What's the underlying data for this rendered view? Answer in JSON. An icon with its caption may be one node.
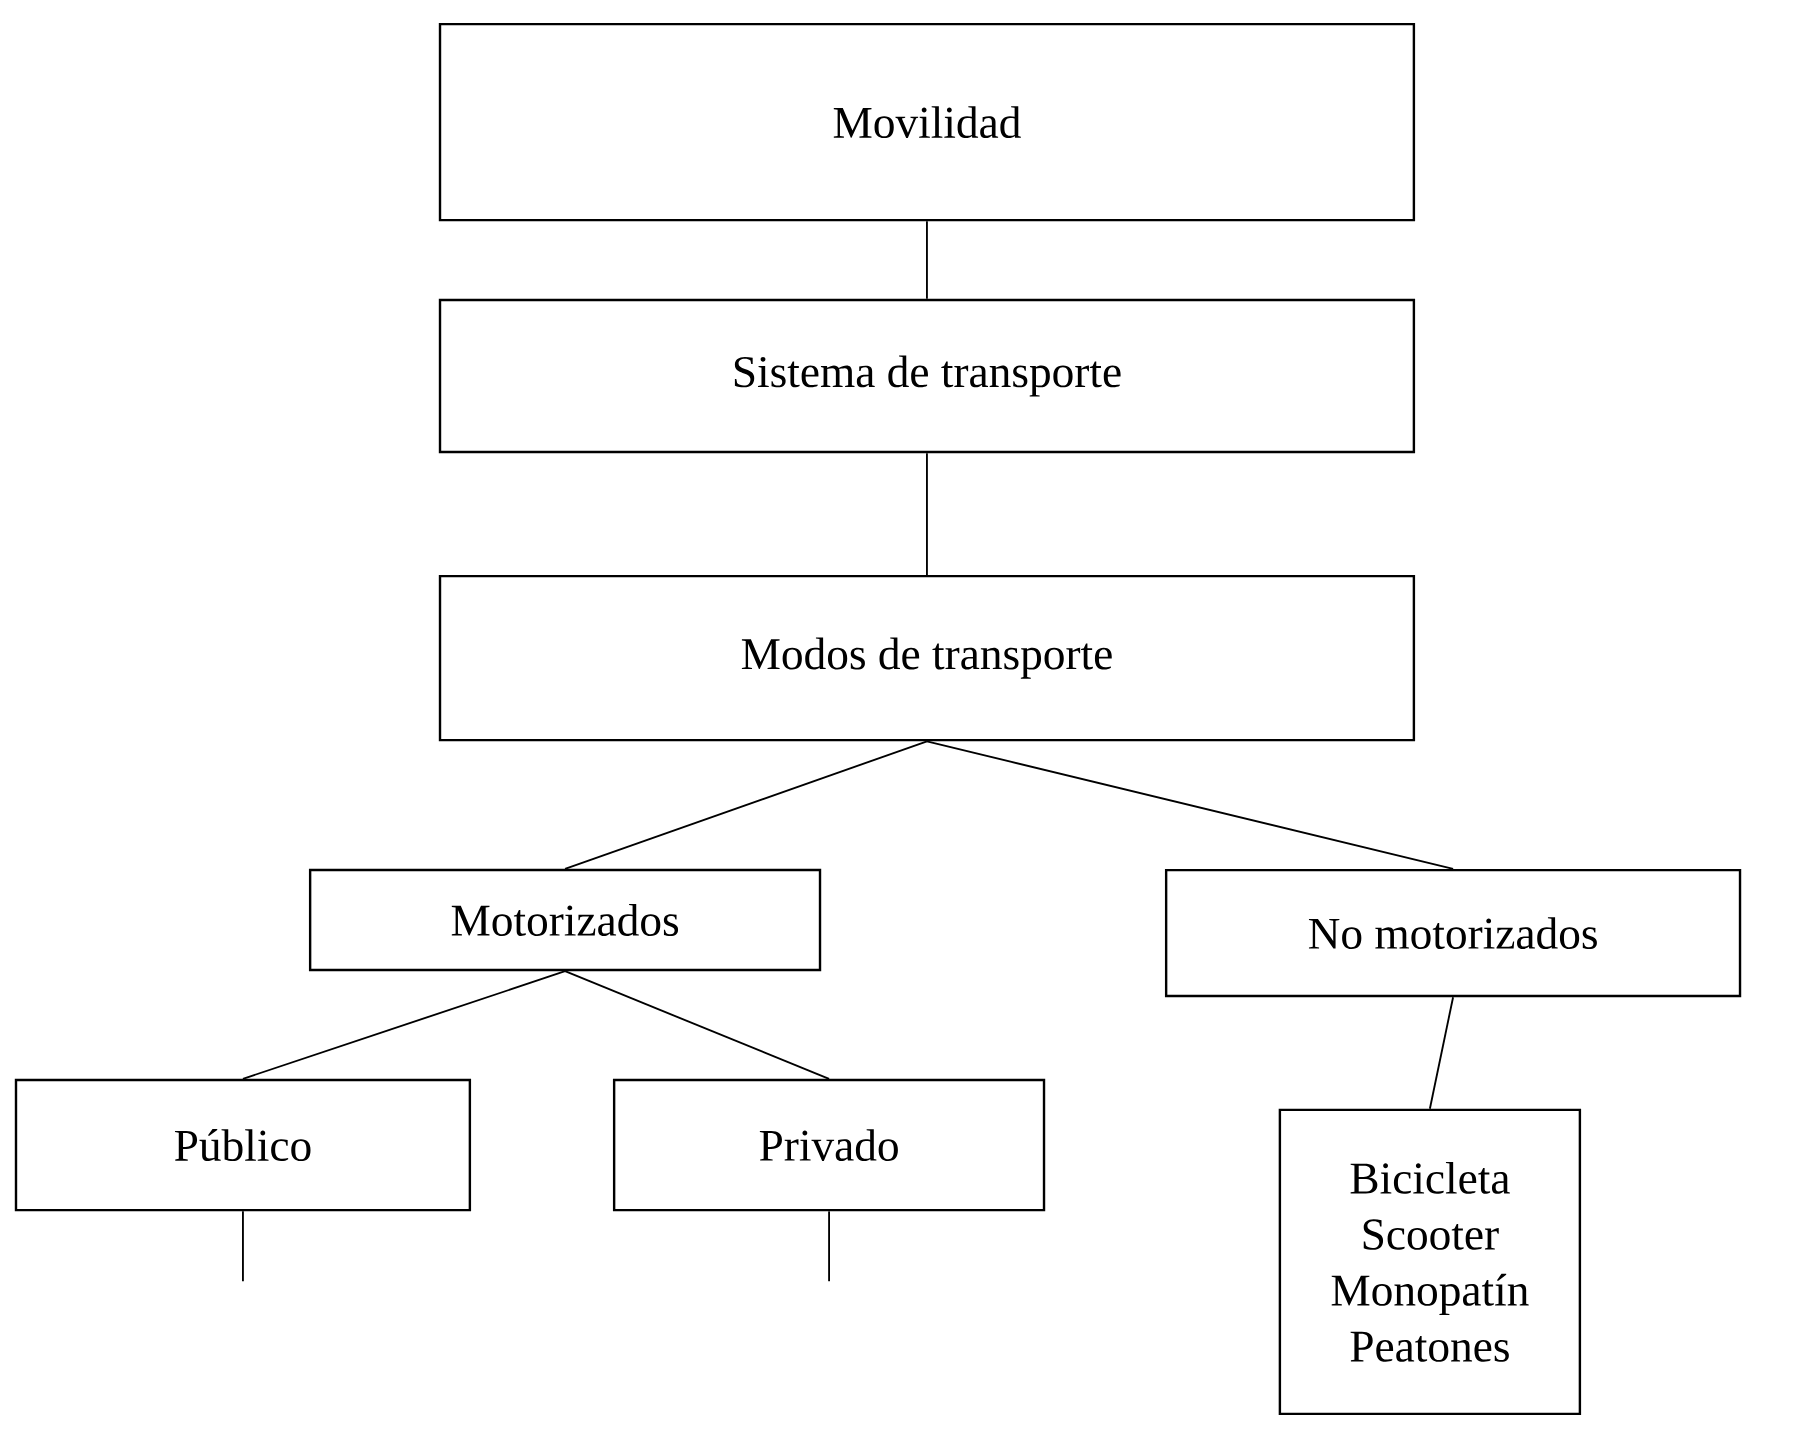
{
  "diagram": {
    "nodes": [
      {
        "text": [
          "Movilidad"
        ]
      },
      {
        "text": [
          "Sistema de transporte"
        ]
      },
      {
        "text": [
          "Modos de transporte"
        ]
      },
      {
        "text": [
          "Motorizados"
        ]
      },
      {
        "text": [
          "No motorizados"
        ]
      },
      {
        "text": [
          "Público"
        ]
      },
      {
        "text": [
          "Privado"
        ]
      },
      {
        "text": [
          "Bicicleta",
          "Scooter",
          "Monopatín",
          "Peatones"
        ]
      }
    ],
    "edges": [
      {
        "from": 0,
        "to": 1,
        "arrow": "none"
      },
      {
        "from": 1,
        "to": 2,
        "arrow": "none"
      },
      {
        "from": 2,
        "to": 3,
        "arrow": "none"
      },
      {
        "from": 2,
        "to": 4,
        "arrow": "none"
      },
      {
        "from": 3,
        "to": 5,
        "arrow": "none"
      },
      {
        "from": 3,
        "to": 6,
        "arrow": "none"
      },
      {
        "from": 4,
        "to": 7,
        "arrow": "none"
      },
      {
        "from": 5,
        "to": null,
        "arrow": "none"
      },
      {
        "from": 6,
        "to": null,
        "arrow": "none"
      }
    ]
  }
}
